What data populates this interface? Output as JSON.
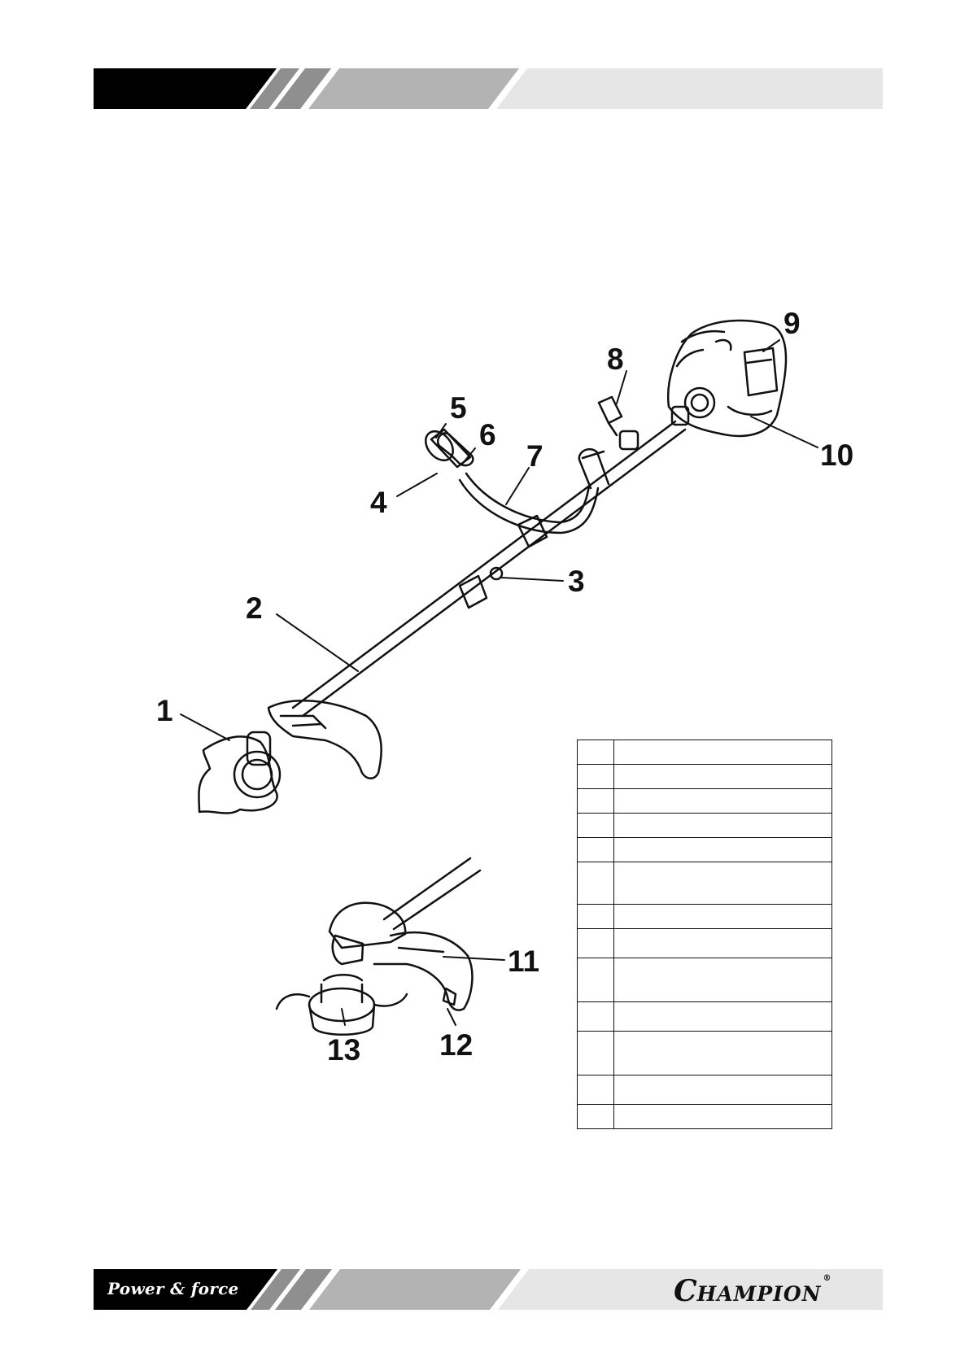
{
  "footer": {
    "tagline": "Power & force",
    "brand_initial": "C",
    "brand_rest": "HAMPION",
    "registered_mark": "®"
  },
  "diagram": {
    "callouts": [
      "1",
      "2",
      "3",
      "4",
      "5",
      "6",
      "7",
      "8",
      "9",
      "10",
      "11",
      "12",
      "13"
    ]
  },
  "legend_table": {
    "rows": [
      {
        "num": "",
        "text": ""
      },
      {
        "num": "",
        "text": ""
      },
      {
        "num": "",
        "text": ""
      },
      {
        "num": "",
        "text": ""
      },
      {
        "num": "",
        "text": ""
      },
      {
        "num": "",
        "text": ""
      },
      {
        "num": "",
        "text": ""
      },
      {
        "num": "",
        "text": ""
      },
      {
        "num": "",
        "text": ""
      },
      {
        "num": "",
        "text": ""
      },
      {
        "num": "",
        "text": ""
      },
      {
        "num": "",
        "text": ""
      },
      {
        "num": "",
        "text": ""
      }
    ]
  }
}
